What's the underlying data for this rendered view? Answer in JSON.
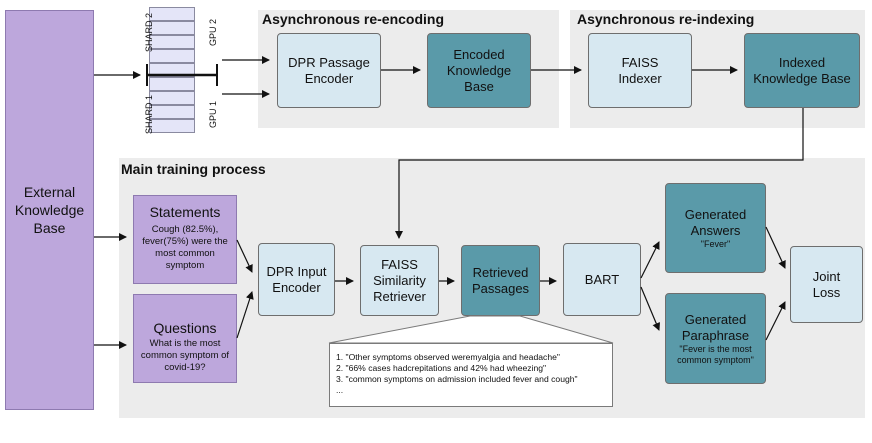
{
  "sections": {
    "async_encoding": "Asynchronous re-encoding",
    "async_indexing": "Asynchronous re-indexing",
    "main_training": "Main training process"
  },
  "external_kb": "External\nKnowledge\nBase",
  "shards": {
    "shard2": "SHARD 2",
    "gpu2": "GPU 2",
    "shard1": "SHARD 1",
    "gpu1": "GPU 1"
  },
  "nodes": {
    "dpr_passage_encoder": "DPR Passage\nEncoder",
    "encoded_kb": "Encoded\nKnowledge\nBase",
    "faiss_indexer": "FAISS\nIndexer",
    "indexed_kb": "Indexed\nKnowledge Base",
    "dpr_input_encoder": "DPR Input\nEncoder",
    "faiss_retriever": "FAISS\nSimilarity\nRetriever",
    "retrieved_passages": "Retrieved\nPassages",
    "bart": "BART",
    "generated_answers": "Generated\nAnswers",
    "generated_answers_sub": "\"Fever\"",
    "generated_paraphrase": "Generated\nParaphrase",
    "generated_paraphrase_sub": "\"Fever is the most\ncommon symptom\"",
    "joint_loss": "Joint\nLoss"
  },
  "statements": {
    "title": "Statements",
    "text": "Cough (82.5%),\nfever(75%) were the\nmost common\nsymptom"
  },
  "questions": {
    "title": "Questions",
    "text": "What is the most\ncommon symptom of\ncovid-19?"
  },
  "passages": [
    "1. \"Other symptoms observed weremyalgia and headache\"",
    "2. \"66% cases hadcrepitations and 42% had wheezing\"",
    "3. \"common symptoms on admission included fever and cough\"",
    "..."
  ],
  "colors": {
    "panel": "#ececec",
    "light_node": "#d7e8f1",
    "dark_node": "#5a9aa9",
    "purple": "#bda7dc",
    "shard_cell": "#e4e5f8"
  }
}
